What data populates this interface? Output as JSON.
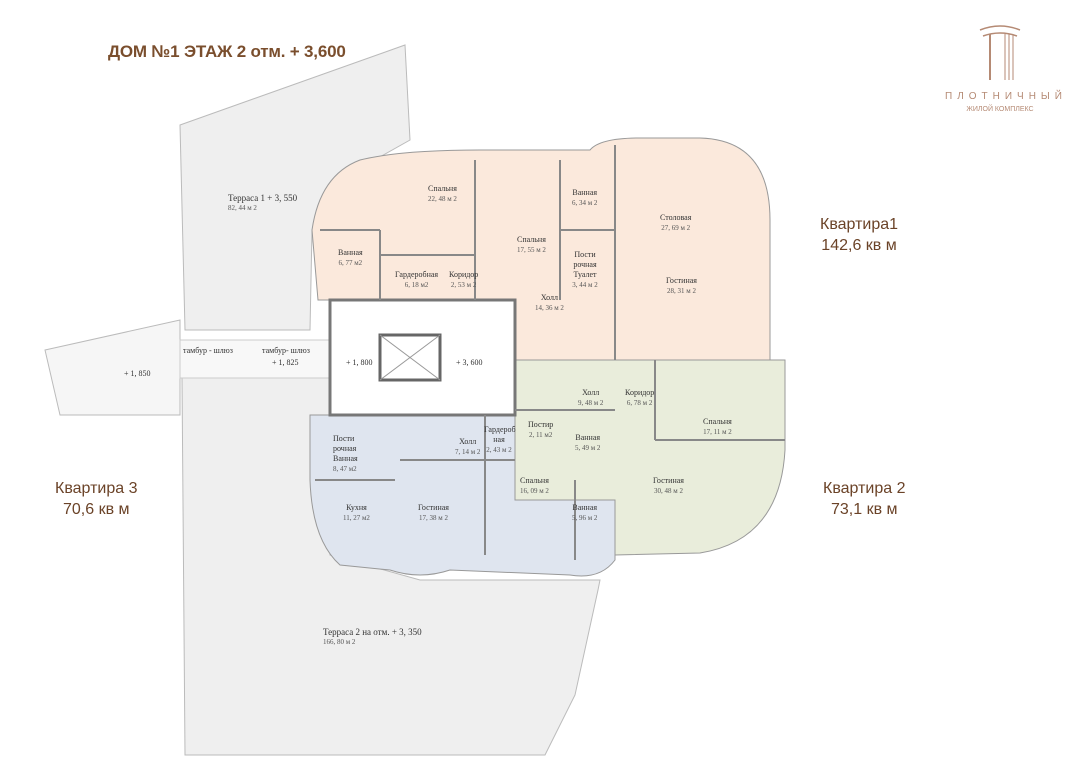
{
  "header": {
    "title": "ДОМ №1 ЭТАЖ 2 отм. + 3,600"
  },
  "logo": {
    "name": "ПЛОТНИЧНЫЙ",
    "subtitle": "ЖИЛОЙ КОМПЛЕКС"
  },
  "apartments": [
    {
      "name": "Квартира1",
      "area": "142,6 кв м",
      "color": "#fbe9dc"
    },
    {
      "name": "Квартира 2",
      "area": "73,1 кв м",
      "color": "#e9eddb"
    },
    {
      "name": "Квартира 3",
      "area": "70,6 кв м",
      "color": "#dfe5ef"
    }
  ],
  "terraces": [
    {
      "name": "Терраса 1  + 3, 550",
      "area": "82, 44 м 2"
    },
    {
      "name": "Терраса 2 на отм. + 3, 350",
      "area": "166, 80 м 2"
    }
  ],
  "rooms": [
    {
      "name": "Спальня",
      "area": "22, 48 м 2"
    },
    {
      "name": "Ванная",
      "area": "6, 77 м2"
    },
    {
      "name": "Гардеробная",
      "area": "6, 18 м2"
    },
    {
      "name": "Коридор",
      "area": "2, 53 м 2"
    },
    {
      "name": "Спальня",
      "area": "17, 55 м 2"
    },
    {
      "name": "Ванная",
      "area": "6, 34 м 2"
    },
    {
      "name": "Пости рочная Туалет",
      "area": "3, 44 м 2"
    },
    {
      "name": "Холл",
      "area": "14, 36 м 2"
    },
    {
      "name": "Столовая",
      "area": "27, 69 м 2"
    },
    {
      "name": "Гостиная",
      "area": "28, 31 м 2"
    },
    {
      "name": "Холл",
      "area": "9, 48 м 2"
    },
    {
      "name": "Коридор",
      "area": "6, 78 м 2"
    },
    {
      "name": "Спальня",
      "area": "17, 11 м 2"
    },
    {
      "name": "Постир",
      "area": "2, 11 м2"
    },
    {
      "name": "Ванная",
      "area": "5, 49 м 2"
    },
    {
      "name": "Гостиная",
      "area": "30, 48 м 2"
    },
    {
      "name": "Пости рочная Ванная",
      "area": "8, 47 м2"
    },
    {
      "name": "Холл",
      "area": "7, 14 м 2"
    },
    {
      "name": "Гардероб ная",
      "area": "2, 43 м 2"
    },
    {
      "name": "Кухня",
      "area": "11, 27 м2"
    },
    {
      "name": "Гостиная",
      "area": "17, 38 м 2"
    },
    {
      "name": "Спальня",
      "area": "16, 09 м 2"
    },
    {
      "name": "Ванная",
      "area": "5, 96 м 2"
    }
  ],
  "levels": [
    "тамбур - шлюз",
    "тамбур- шлюз",
    "+ 1, 825",
    "+ 1, 850",
    "+ 1, 800",
    "+ 3, 600"
  ]
}
